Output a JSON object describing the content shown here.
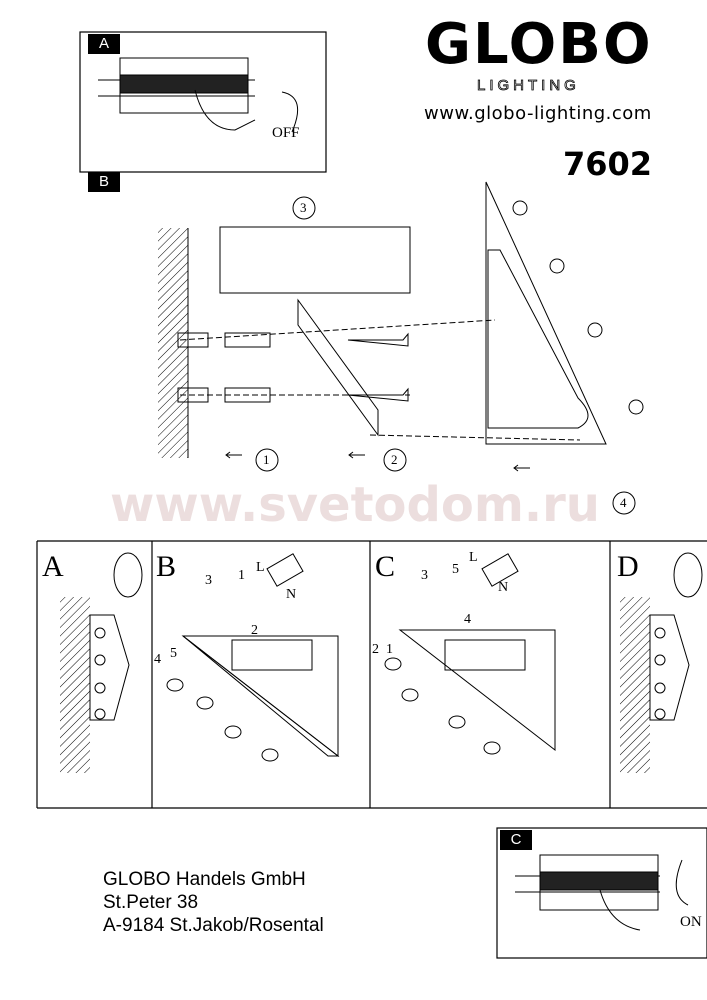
{
  "header": {
    "brand": "GLOBO",
    "brand_sub": "LIGHTING",
    "website": "www.globo-lighting.com",
    "model_number": "7602"
  },
  "step_a": {
    "tag": "A",
    "label": "OFF"
  },
  "step_b": {
    "tag": "B",
    "callouts": [
      "3",
      "1",
      "2",
      "4"
    ]
  },
  "watermark": "www.svetodom.ru",
  "panels": {
    "a": {
      "letter": "A"
    },
    "b": {
      "letter": "B",
      "labels": [
        "3",
        "1",
        "L",
        "N",
        "2",
        "4",
        "5"
      ]
    },
    "c": {
      "letter": "C",
      "labels": [
        "3",
        "5",
        "L",
        "N",
        "4",
        "2",
        "1"
      ]
    },
    "d": {
      "letter": "D"
    }
  },
  "address": {
    "line1": "GLOBO Handels GmbH",
    "line2": "St.Peter 38",
    "line3": "A-9184 St.Jakob/Rosental"
  },
  "step_c": {
    "tag": "C",
    "label": "ON"
  }
}
